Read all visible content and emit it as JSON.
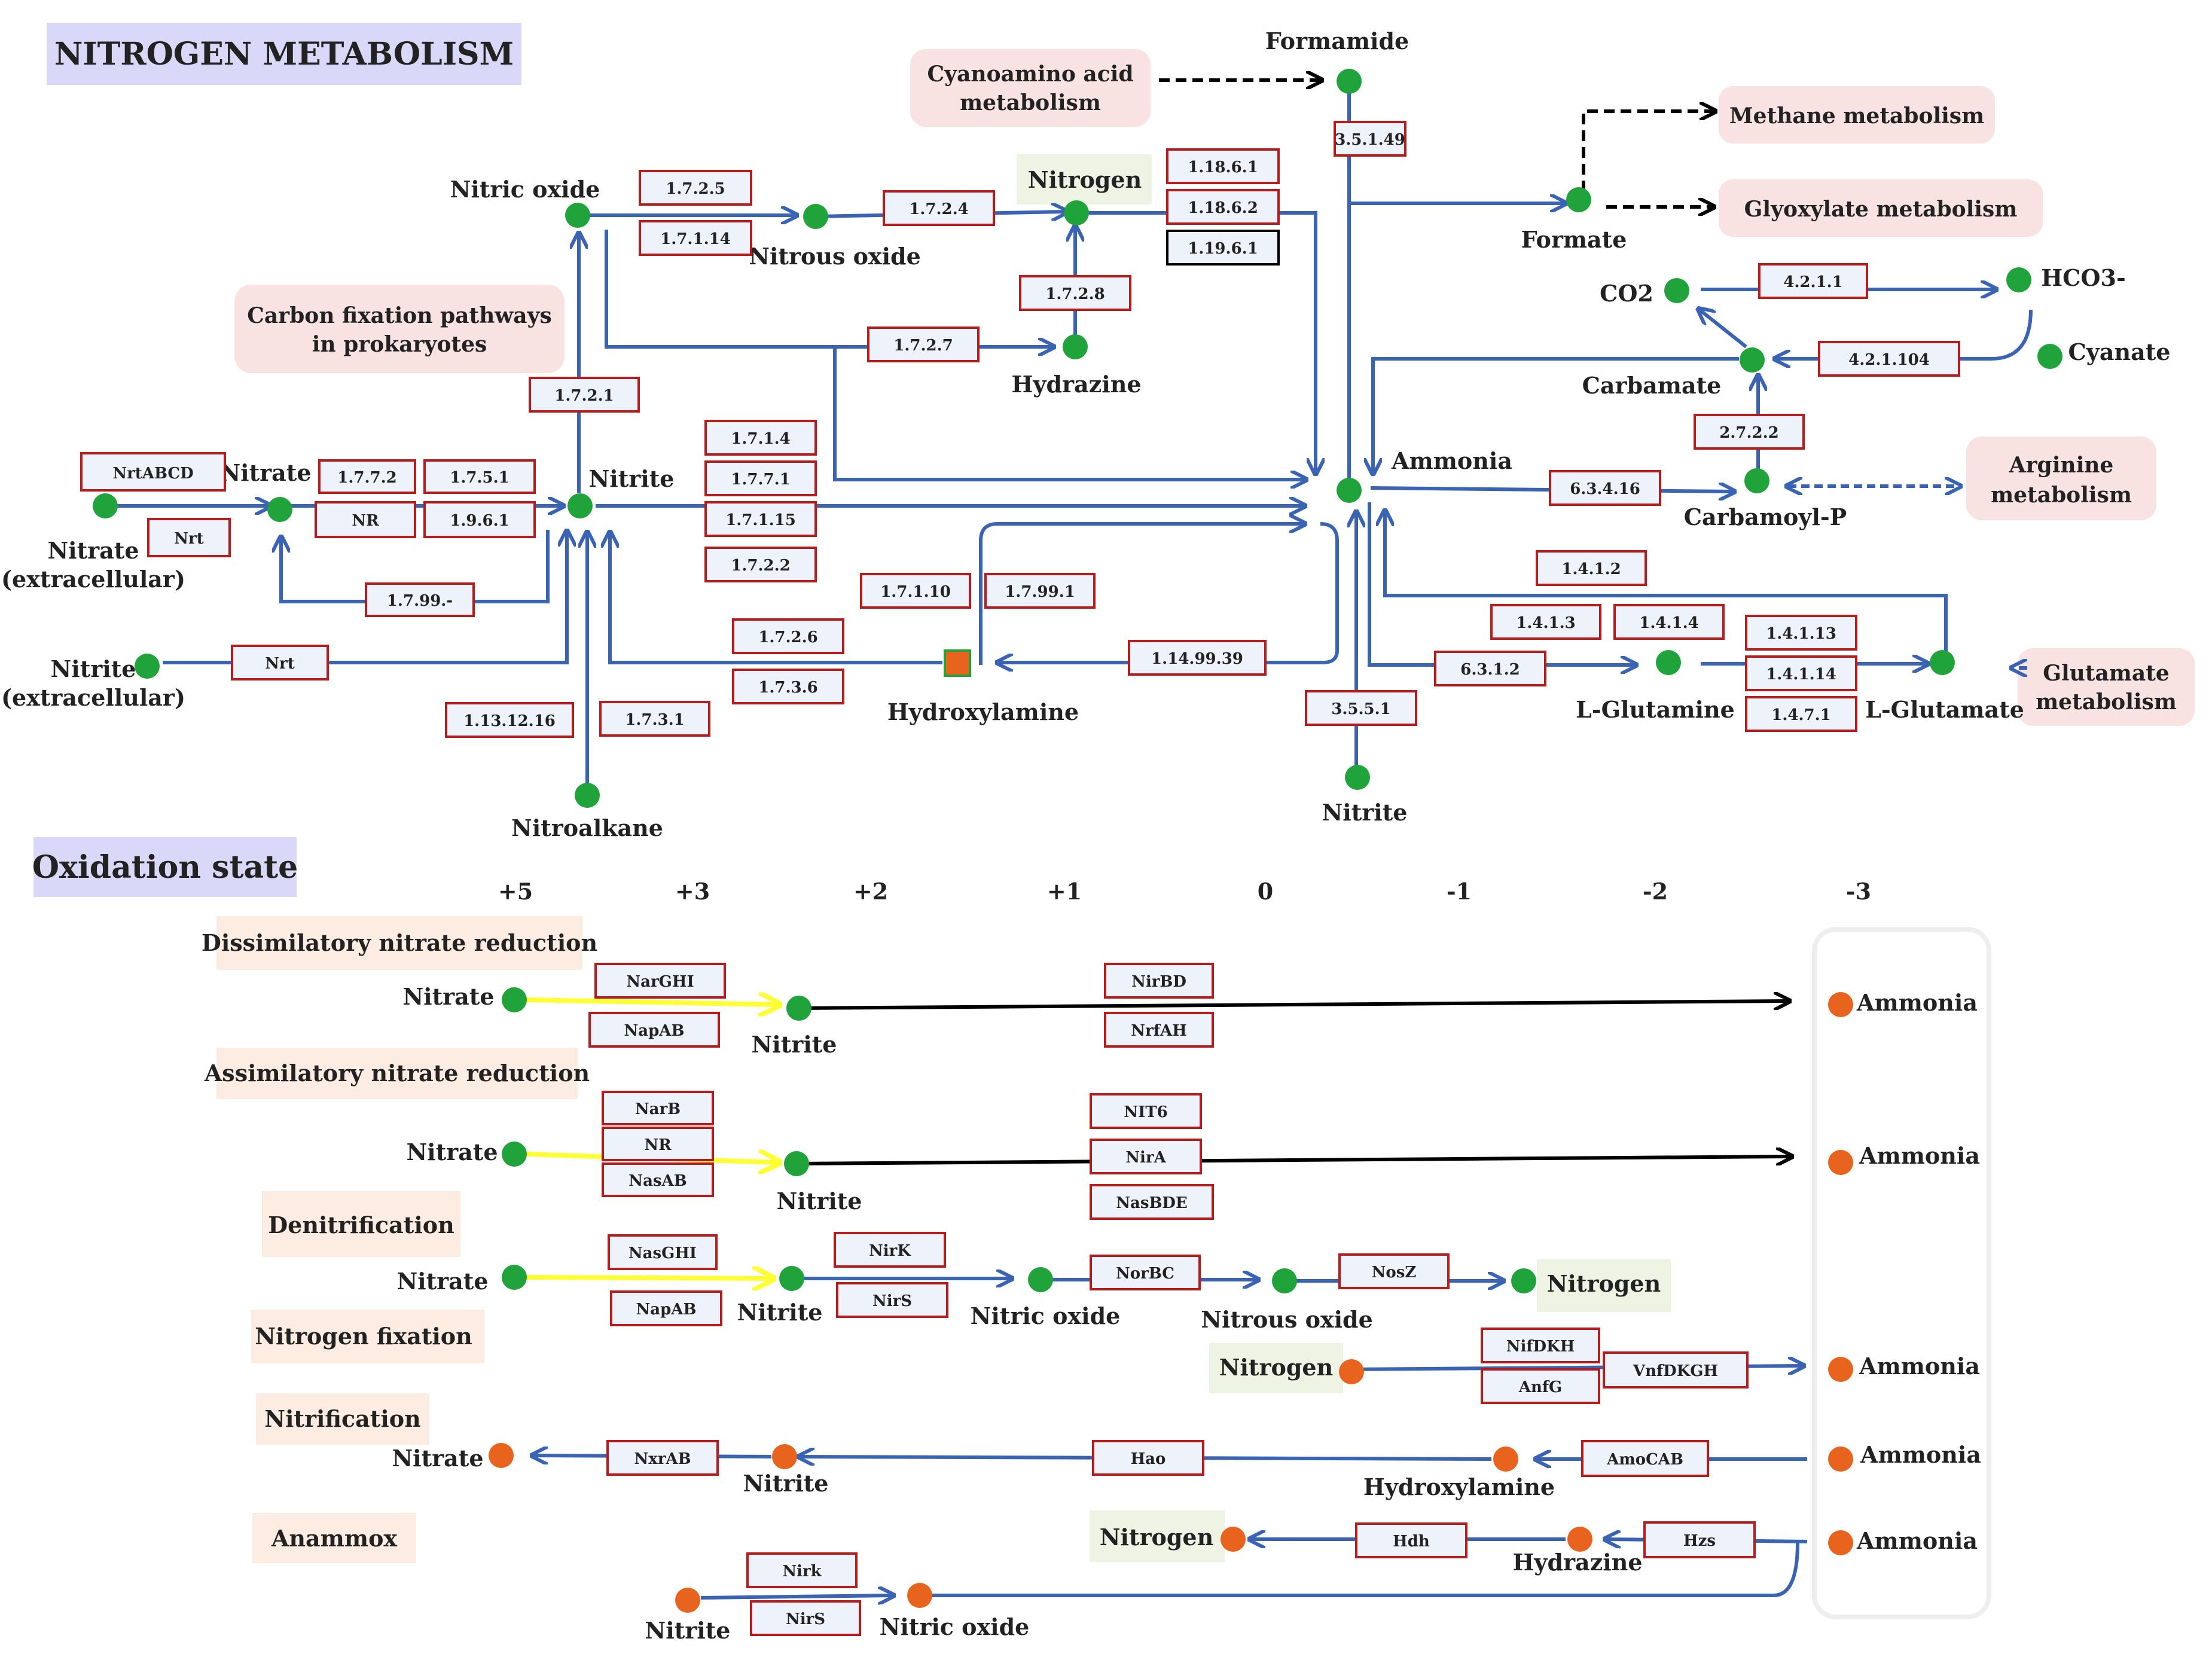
{
  "title": "NITROGEN METABOLISM",
  "oxidation_title": "Oxidation state",
  "oxidation_states": [
    "+5",
    "+3",
    "+2",
    "+1",
    "0",
    "-1",
    "-2",
    "-3"
  ],
  "links": {
    "cyanoamino_1": "Cyanoamino acid",
    "cyanoamino_2": "metabolism",
    "carbon_1": "Carbon fixation pathways",
    "carbon_2": "in prokaryotes",
    "methane": "Methane metabolism",
    "glyoxylate": "Glyoxylate  metabolism",
    "arginine_1": "Arginine",
    "arginine_2": "metabolism",
    "glutamate_1": "Glutamate",
    "glutamate_2": "metabolism"
  },
  "compounds": {
    "formamide": "Formamide",
    "nitric_oxide": "Nitric oxide",
    "nitrous_oxide": "Nitrous oxide",
    "nitrogen": "Nitrogen",
    "hydrazine": "Hydrazine",
    "formate": "Formate",
    "co2": "CO2",
    "hco3": "HCO3-",
    "cyanate": "Cyanate",
    "carbamate": "Carbamate",
    "nitrate": "Nitrate",
    "nitrate_ext_1": "Nitrate",
    "nitrate_ext_2": "(extracellular)",
    "nitrite": "Nitrite",
    "ammonia": "Ammonia",
    "carbamoyl_p": "Carbamoyl-P",
    "nitrite_ext_1": "Nitrite",
    "nitrite_ext_2": "(extracellular)",
    "hydroxylamine": "Hydroxylamine",
    "l_glutamine": "L-Glutamine",
    "l_glutamate": "L-Glutamate",
    "nitroalkane": "Nitroalkane",
    "nitrite_bottom": "Nitrite"
  },
  "enzymes": {
    "e3_5_1_49": "3.5.1.49",
    "e1_7_2_5": "1.7.2.5",
    "e1_7_1_14": "1.7.1.14",
    "e1_7_2_4": "1.7.2.4",
    "e1_18_6_1": "1.18.6.1",
    "e1_18_6_2": "1.18.6.2",
    "e1_19_6_1": "1.19.6.1",
    "e1_7_2_8": "1.7.2.8",
    "e1_7_2_7": "1.7.2.7",
    "e4_2_1_1": "4.2.1.1",
    "e4_2_1_104": "4.2.1.104",
    "e1_7_2_1": "1.7.2.1",
    "e2_7_2_2": "2.7.2.2",
    "e1_7_1_4": "1.7.1.4",
    "e1_7_7_1": "1.7.7.1",
    "e1_7_1_15": "1.7.1.15",
    "e1_7_2_2": "1.7.2.2",
    "nrtabcd": "NrtABCD",
    "e1_7_7_2": "1.7.7.2",
    "e1_7_5_1": "1.7.5.1",
    "nr": "NR",
    "e1_9_6_1": "1.9.6.1",
    "nrt_a": "Nrt",
    "e6_3_4_16": "6.3.4.16",
    "e1_4_1_2": "1.4.1.2",
    "e1_7_99_": "1.7.99.-",
    "e1_7_1_10": "1.7.1.10",
    "e1_7_99_1": "1.7.99.1",
    "e1_4_1_3": "1.4.1.3",
    "e1_4_1_4": "1.4.1.4",
    "e1_4_1_13": "1.4.1.13",
    "e1_7_2_6": "1.7.2.6",
    "nrt_b": "Nrt",
    "e1_14_99_39": "1.14.99.39",
    "e6_3_1_2": "6.3.1.2",
    "e1_4_1_14": "1.4.1.14",
    "e1_7_3_6": "1.7.3.6",
    "e3_5_5_1": "3.5.5.1",
    "e1_13_12_16": "1.13.12.16",
    "e1_7_3_1": "1.7.3.1",
    "e1_4_7_1": "1.4.7.1"
  },
  "pathways": [
    {
      "name": "Dissimilatory nitrate reduction",
      "from": "Nitrate",
      "mid": "Nitrite",
      "enz1": [
        "NarGHI",
        "NapAB"
      ],
      "enz2": [
        "NirBD",
        "NrfAH"
      ],
      "to": "Ammonia"
    },
    {
      "name": "Assimilatory nitrate reduction",
      "from": "Nitrate",
      "mid": "Nitrite",
      "enz1": [
        "NarB",
        "NR",
        "NasAB"
      ],
      "enz2": [
        "NIT6",
        "NirA",
        "NasBDE"
      ],
      "to": "Ammonia"
    },
    {
      "name": "Denitrification",
      "from": "Nitrate",
      "mid": "Nitrite",
      "enz1": [
        "NasGHI",
        "NapAB"
      ],
      "enz2": [
        "NirK",
        "NirS"
      ],
      "mid2": "Nitric oxide",
      "enz3": "NorBC",
      "mid3": "Nitrous oxide",
      "enz4": "NosZ",
      "to": "Nitrogen"
    },
    {
      "name": "Nitrogen fixation",
      "from": "Nitrogen",
      "enz1": [
        "NifDKH",
        "AnfG"
      ],
      "enz2": "VnfDKGH",
      "to": "Ammonia"
    },
    {
      "name": "Nitrification",
      "from": "Ammonia",
      "enz1": "AmoCAB",
      "mid": "Hydroxylamine",
      "enz2": "Hao",
      "mid2": "Nitrite",
      "enz3": "NxrAB",
      "to": "Nitrate"
    },
    {
      "name": "Anammox",
      "from": "Ammonia",
      "enz1": "Hzs",
      "mid": "Hydrazine",
      "enz2": "Hdh",
      "to": "Nitrogen",
      "src2": "Nitrite",
      "enz3": [
        "Nirk",
        "NirS"
      ],
      "to2": "Nitric oxide"
    }
  ],
  "colors": {
    "arrow": "#3a63b4",
    "compound_node": "#21a33c",
    "orange_node": "#e8641e",
    "enzyme_border": "#b41d1d",
    "enzyme_fill": "#eef2fa",
    "link_box": "#f8e2e2",
    "title_box": "#d9d8f8",
    "section_box": "#fdece2",
    "nitrogen_box": "#eef3e4"
  }
}
